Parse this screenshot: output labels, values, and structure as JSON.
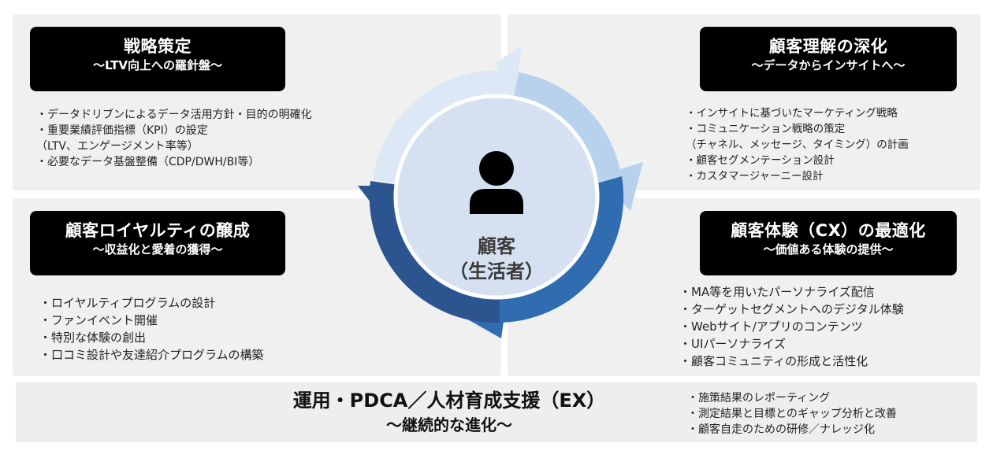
{
  "strategy": {
    "title": "戦略策定",
    "subtitle": "～LTV向上への羅針盤～",
    "items": [
      "・データドリブンによるデータ活用方針・目的の明確化",
      "・重要業績評価指標（KPI）の設定",
      "（LTV、エンゲージメント率等）",
      "・必要なデータ基盤整備（CDP/DWH/BI等）"
    ]
  },
  "understanding": {
    "title": "顧客理解の深化",
    "subtitle": "～データからインサイトへ～",
    "items": [
      "・インサイトに基づいたマーケティング戦略",
      "・コミュニケーション戦略の策定",
      "（チャネル、メッセージ、タイミング）の計画",
      "・顧客セグメンテーション設計",
      "・カスタマージャーニー設計"
    ]
  },
  "loyalty": {
    "title": "顧客ロイヤルティの醸成",
    "subtitle": "～収益化と愛着の獲得～",
    "items": [
      "・ロイヤルティプログラムの設計",
      "・ファンイベント開催",
      "・特別な体験の創出",
      "・口コミ設計や友達紹介プログラムの構築"
    ]
  },
  "experience": {
    "title": "顧客体験（CX）の最適化",
    "subtitle": "～価値ある体験の提供～",
    "items": [
      "・MA等を用いたパーソナライズ配信",
      "・ターゲットセグメントへのデジタル体験",
      "・Webサイト/アプリのコンテンツ",
      "・UIパーソナライズ",
      "・顧客コミュニティの形成と活性化"
    ]
  },
  "center": {
    "label": "顧客",
    "sublabel": "（生活者）",
    "icon": "person-icon"
  },
  "operations": {
    "title": "運用・PDCA／人材育成支援（EX）",
    "subtitle": "～継続的な進化～",
    "items": [
      "・施策結果のレポーティング",
      "・測定結果と目標とのギャップ分析と改善",
      "・顧客自走のための研修／ナレッジ化"
    ]
  },
  "colors": {
    "ring_light": "#dce8f5",
    "ring_mid": "#b8d2ee",
    "ring_blue": "#2f6db0",
    "ring_dark": "#2c5590",
    "center_fill": "#d5e1f0",
    "panel_bg": "#f0f0f0",
    "title_bg": "#000000"
  }
}
